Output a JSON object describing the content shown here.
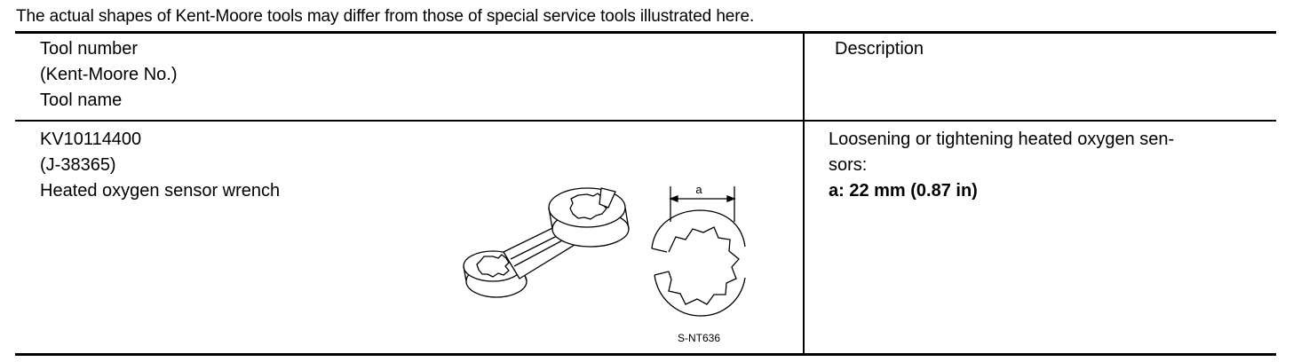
{
  "note": "The actual shapes of Kent-Moore tools may differ from those of special service tools illustrated here.",
  "header": {
    "tool_lines": [
      "Tool number",
      "(Kent-Moore No.)",
      "Tool name"
    ],
    "description": "Description"
  },
  "row": {
    "tool_number": "KV10114400",
    "kent_moore_no": "(J-38365)",
    "tool_name": "Heated oxygen sensor wrench",
    "description_line1": "Loosening or tightening heated oxygen sen-",
    "description_line2": "sors:",
    "spec": "a: 22 mm (0.87 in)",
    "illustration_label": "a",
    "illustration_code": "S-NT636"
  }
}
